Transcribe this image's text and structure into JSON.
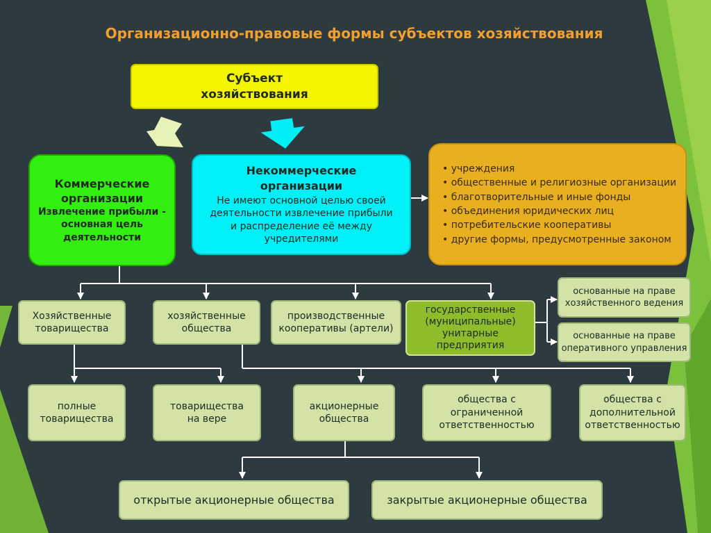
{
  "title": "Организационно-правовые формы субъектов хозяйствования",
  "root": [
    "Субъект",
    "хозяйствования"
  ],
  "commercial": {
    "heading": [
      "Коммерческие",
      "организации"
    ],
    "desc": [
      "Извлечение прибыли -",
      "основная цель",
      "деятельности"
    ]
  },
  "noncommercial": {
    "heading": [
      "Некоммерческие",
      "организации"
    ],
    "desc": [
      "Не имеют основной целью своей",
      "деятельности извлечение прибыли",
      "и распределение её между",
      "учредителями"
    ]
  },
  "noncommercial_forms": [
    "учреждения",
    "общественные и религиозные организации",
    "благотворительные и иные фонды",
    "объединения юридических лиц",
    "потребительские кооперативы",
    "другие формы, предусмотренные законом"
  ],
  "level2": {
    "partnerships": [
      "Хозяйственные",
      "товарищества"
    ],
    "companies": [
      "хозяйственные",
      "общества"
    ],
    "coops": [
      "производственные",
      "кооперативы (артели)"
    ],
    "unitary": [
      "государственные",
      "(муниципальные)",
      "унитарные",
      "предприятия"
    ],
    "economic_management": [
      "основанные на праве",
      "хозяйственного ведения"
    ],
    "operational_management": [
      "основанные на праве",
      "оперативного управления"
    ]
  },
  "level3": {
    "full": [
      "полные",
      "товарищества"
    ],
    "limited": [
      "товарищества",
      "на вере"
    ],
    "joint_stock": [
      "акционерные",
      "общества"
    ],
    "llc": [
      "общества с",
      "ограниченной",
      "ответственностью"
    ],
    "alc": [
      "общества с",
      "дополнительной",
      "ответственностью"
    ]
  },
  "level4": {
    "open": "открытые акционерные общества",
    "closed": "закрытые акционерные общества"
  },
  "colors": {
    "background": "#2d3a40",
    "title": "#f0a030",
    "root": "#f5f500",
    "commercial": "#33ee11",
    "noncommercial": "#00f0f8",
    "forms": "#e8b020",
    "light_box": "#d3e3a8",
    "dark_box": "#8ebc2a",
    "connector": "#ffffff"
  }
}
